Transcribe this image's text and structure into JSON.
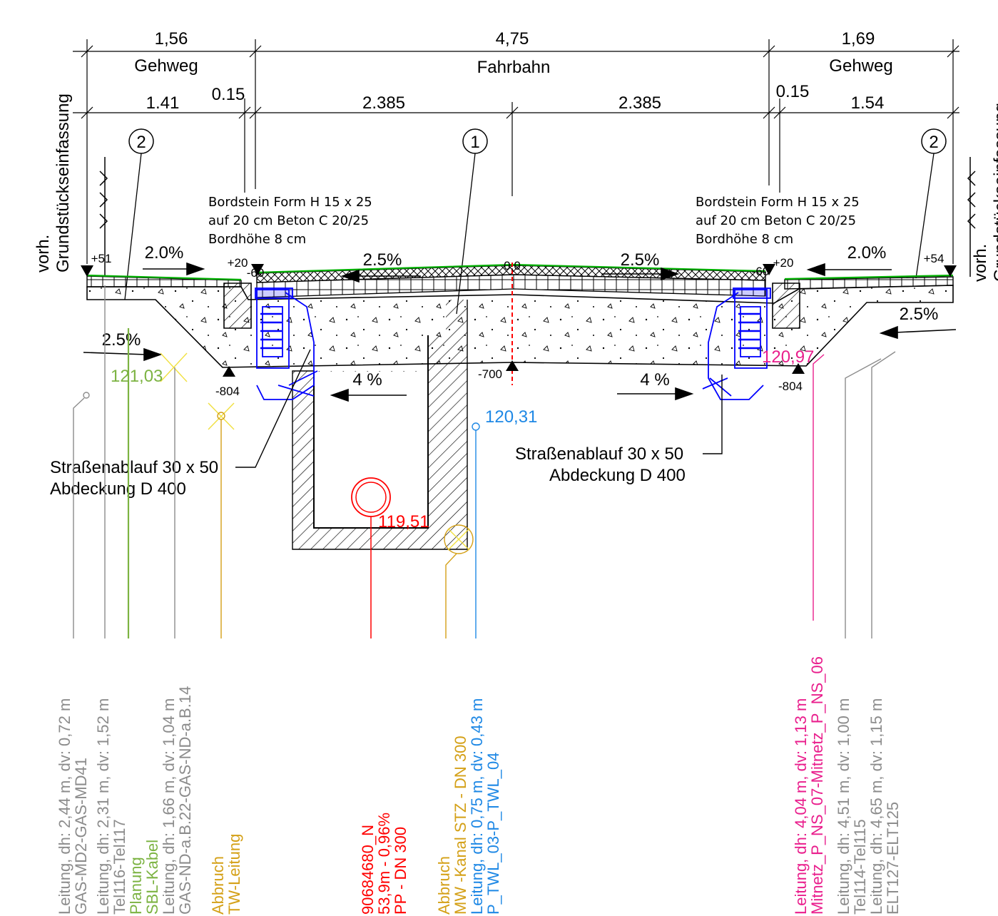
{
  "dims_top": {
    "gehweg_left": "1,56",
    "fahrbahn": "4,75",
    "gehweg_right": "1,69",
    "gehweg_label": "Gehweg",
    "fahrbahn_label": "Fahrbahn"
  },
  "dims_second": {
    "left_sidewalk": "1.41",
    "left_curb": "0.15",
    "lane_left": "2.385",
    "lane_right": "2.385",
    "right_curb": "0.15",
    "right_sidewalk": "1.54"
  },
  "markers": {
    "one": "1",
    "two": "2"
  },
  "boundary_label": {
    "line1": "vorh.",
    "line2": "Grundstückseinfassung"
  },
  "curb_note": [
    "Bordstein Form H 15 x 25",
    "auf 20 cm Beton C 20/25",
    "Bordhöhe 8 cm"
  ],
  "slopes": {
    "sidewalk": "2.0%",
    "road": "2.5%",
    "base": "4 %",
    "soil": "2.5%"
  },
  "levels": {
    "l51": "+51",
    "l20": "+20",
    "lm60": "-60",
    "l00": "0,0",
    "lm700": "-700",
    "lm804": "-804",
    "l54": "+54"
  },
  "drain_note": {
    "line1": "Straßenablauf 30 x 50",
    "line2": "Abdeckung D 400"
  },
  "elevations": {
    "e121": "121,03",
    "e120_97": "120,97",
    "e120_31": "120,31",
    "e119_51": "119,51"
  },
  "utility_labels": [
    {
      "l1": "Leitung, dh: 2,44 m, dv: 0,72 m",
      "l2": "GAS-MD2-GAS-MD41"
    },
    {
      "l1": "Leitung, dh: 2,31 m, dv: 1,52 m",
      "l2": "Tel116-Tel117"
    },
    {
      "l1": "Planung",
      "l2": "SBL-Kabel"
    },
    {
      "l1": "Leitung, dh: 1,66 m, dv: 1,04 m",
      "l2": "GAS-ND-a.B.22-GAS-ND-a.B.14"
    },
    {
      "l1": "Abbruch",
      "l2": "TW-Leitung"
    },
    {
      "l1": "90684680_N",
      "l2": "53,9m - 0,96%",
      "l3": "PP - DN 300"
    },
    {
      "l1": "Abbruch",
      "l2": "MW -Kanal STZ - DN 300"
    },
    {
      "l1": "Leitung, dh: 0,75 m, dv: 0,43 m",
      "l2": "P_TWL_03-P_TWL_04"
    },
    {
      "l1": "Leitung, dh: 4,04 m, dv: 1,13 m",
      "l2": "Mitnetz_P_NS_07-Mitnetz_P_NS_06"
    },
    {
      "l1": "Leitung, dh: 4,51 m, dv: 1,00 m",
      "l2": "Tel114-Tel115"
    },
    {
      "l1": "Leitung, dh: 4,65 m, dv: 1,15 m",
      "l2": "ELT127-ELT125"
    }
  ],
  "colors": {
    "line": "#000000",
    "grey": "#8c8c8c",
    "green_planung": "#7cb342",
    "gold": "#d4a017",
    "red": "#ff0000",
    "blue_cad": "#0000ff",
    "blue_label": "#1e88e5",
    "magenta": "#e91e8c",
    "surface_green": "#00b000"
  }
}
